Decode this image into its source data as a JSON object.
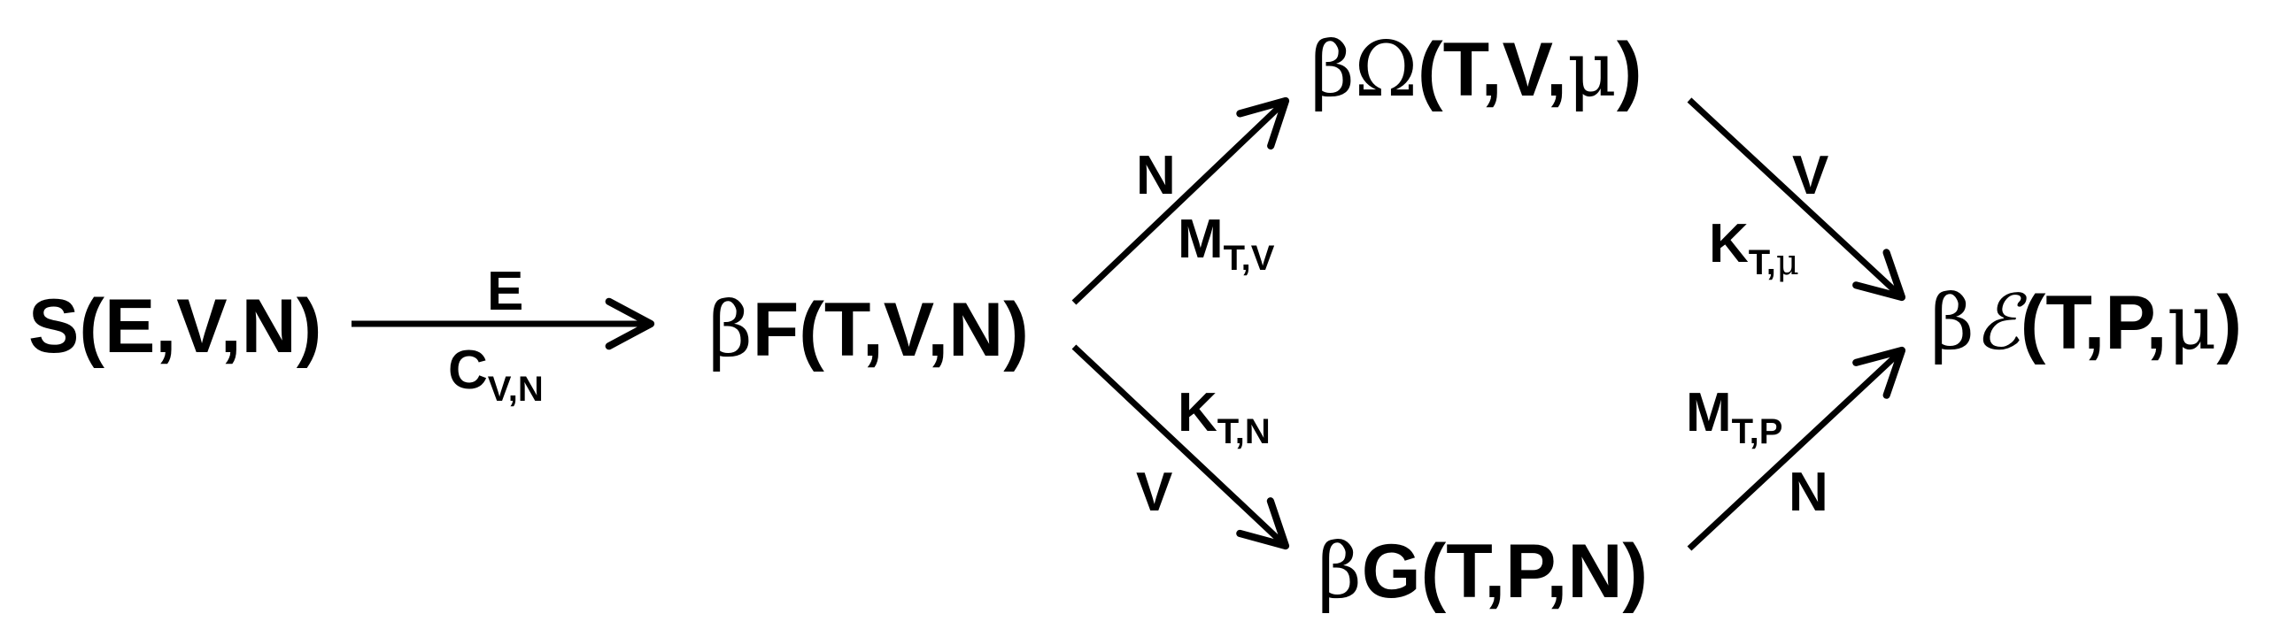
{
  "nodes": {
    "entropy": {
      "text": "S(E,V,N)"
    },
    "helmholtz": {
      "prefix": "β",
      "text": "F(T,V,N)"
    },
    "grand": {
      "prefix": "β",
      "greek": "Ω",
      "text": "(T,V,",
      "mu": "μ",
      "close": ")"
    },
    "gibbs": {
      "prefix": "β",
      "text": "G(T,P,N)"
    },
    "final": {
      "prefix": "β",
      "script": "ℰ",
      "text": "(T,P,",
      "mu": "μ",
      "close": ")"
    }
  },
  "edges": {
    "s_to_f": {
      "top": "E",
      "bottom_main": "C",
      "bottom_sub": "V,N"
    },
    "f_to_omega": {
      "outer": "N",
      "inner_main": "M",
      "inner_sub": "T,V"
    },
    "f_to_g": {
      "inner_main": "K",
      "inner_sub": "T,N",
      "outer": "V"
    },
    "omega_to_e": {
      "outer": "V",
      "inner_main": "K",
      "inner_sub_a": "T,",
      "inner_sub_mu": "μ"
    },
    "g_to_e": {
      "inner_main": "M",
      "inner_sub": "T,P",
      "outer": "N"
    }
  },
  "colors": {
    "ink": "#000000",
    "background": "#ffffff"
  }
}
